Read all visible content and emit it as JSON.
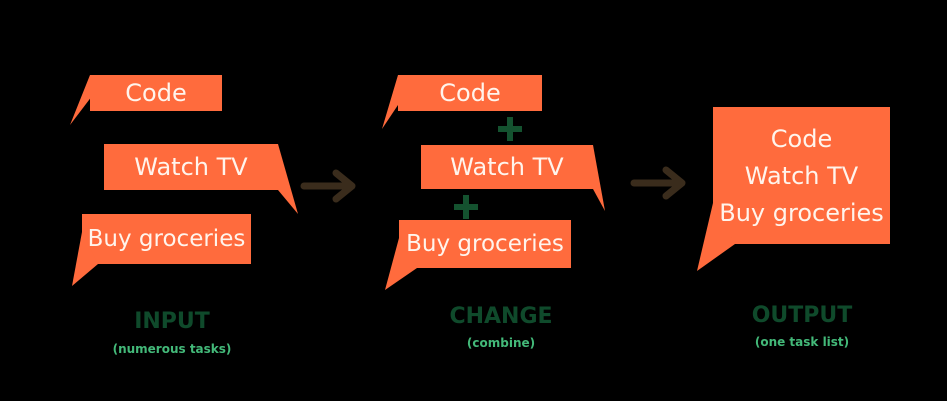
{
  "colors": {
    "background": "#000000",
    "bubble": "#ff6b3d",
    "bubble_text": "#fff4ec",
    "title_text": "#0f4a2b",
    "subtitle_text": "#43b979",
    "plus": "#14522f",
    "arrow": "#3a2c1c"
  },
  "input": {
    "items": [
      "Code",
      "Watch TV",
      "Buy groceries"
    ],
    "title": "INPUT",
    "subtitle": "(numerous tasks)"
  },
  "change": {
    "items": [
      "Code",
      "Watch TV",
      "Buy groceries"
    ],
    "operator_icon": "plus-icon",
    "title": "CHANGE",
    "subtitle": "(combine)"
  },
  "output": {
    "items": [
      "Code",
      "Watch TV",
      "Buy groceries"
    ],
    "title": "OUTPUT",
    "subtitle": "(one task list)"
  },
  "connectors": {
    "icon": "arrow-right-icon"
  }
}
